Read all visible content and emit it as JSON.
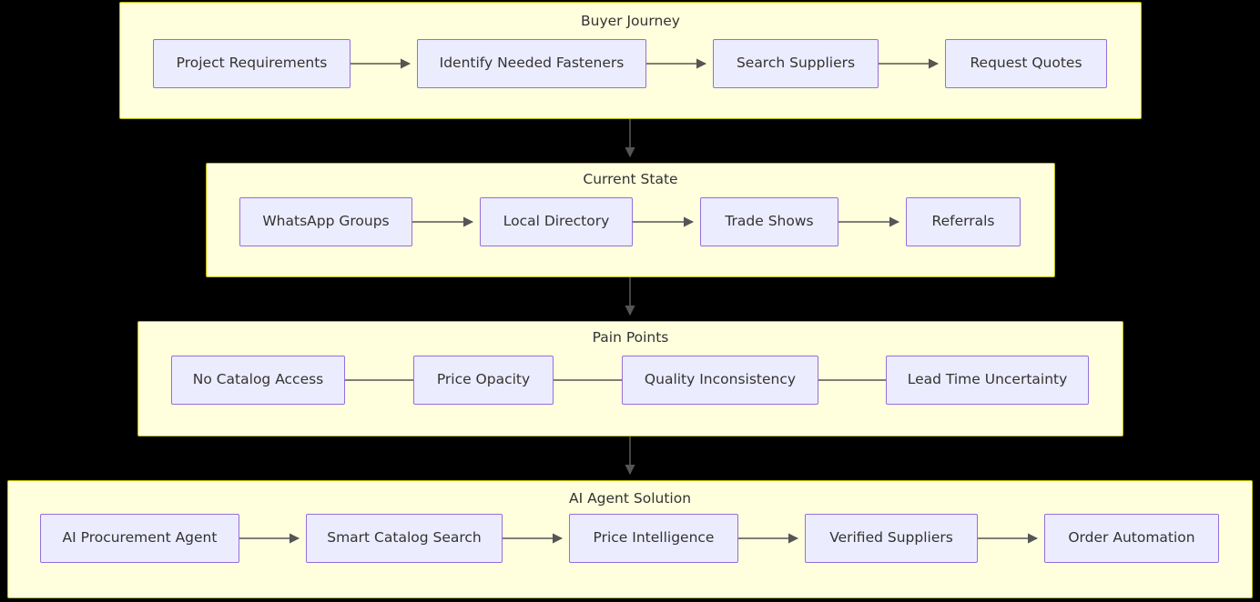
{
  "diagram": {
    "type": "flowchart",
    "orientation": "top-to-bottom, left-to-right rows",
    "colors": {
      "background": "#000000",
      "subgraph_fill": "#ffffdd",
      "subgraph_border": "#bbbb00",
      "node_fill": "#ececff",
      "node_border": "#9370db",
      "text": "#333333",
      "edge": "#555555"
    },
    "subgraphs": [
      {
        "id": "buyer-journey",
        "title": "Buyer Journey",
        "nodes": [
          {
            "id": "project-requirements",
            "label": "Project Requirements"
          },
          {
            "id": "identify-needed-fasteners",
            "label": "Identify Needed Fasteners"
          },
          {
            "id": "search-suppliers",
            "label": "Search Suppliers"
          },
          {
            "id": "request-quotes",
            "label": "Request Quotes"
          }
        ],
        "edge_style": "arrow"
      },
      {
        "id": "current-state",
        "title": "Current State",
        "nodes": [
          {
            "id": "whatsapp-groups",
            "label": "WhatsApp Groups"
          },
          {
            "id": "local-directory",
            "label": "Local Directory"
          },
          {
            "id": "trade-shows",
            "label": "Trade Shows"
          },
          {
            "id": "referrals",
            "label": "Referrals"
          }
        ],
        "edge_style": "arrow"
      },
      {
        "id": "pain-points",
        "title": "Pain Points",
        "nodes": [
          {
            "id": "no-catalog-access",
            "label": "No Catalog Access"
          },
          {
            "id": "price-opacity",
            "label": "Price Opacity"
          },
          {
            "id": "quality-inconsistency",
            "label": "Quality Inconsistency"
          },
          {
            "id": "lead-time-uncertainty",
            "label": "Lead Time Uncertainty"
          }
        ],
        "edge_style": "line"
      },
      {
        "id": "ai-agent-solution",
        "title": "AI Agent Solution",
        "nodes": [
          {
            "id": "ai-procurement-agent",
            "label": "AI Procurement Agent"
          },
          {
            "id": "smart-catalog-search",
            "label": "Smart Catalog Search"
          },
          {
            "id": "price-intelligence",
            "label": "Price Intelligence"
          },
          {
            "id": "verified-suppliers",
            "label": "Verified Suppliers"
          },
          {
            "id": "order-automation",
            "label": "Order Automation"
          }
        ],
        "edge_style": "arrow"
      }
    ],
    "cross_links": [
      {
        "from": "buyer-journey",
        "to": "current-state",
        "style": "arrow"
      },
      {
        "from": "current-state",
        "to": "pain-points",
        "style": "arrow"
      },
      {
        "from": "pain-points",
        "to": "ai-agent-solution",
        "style": "arrow"
      }
    ]
  }
}
